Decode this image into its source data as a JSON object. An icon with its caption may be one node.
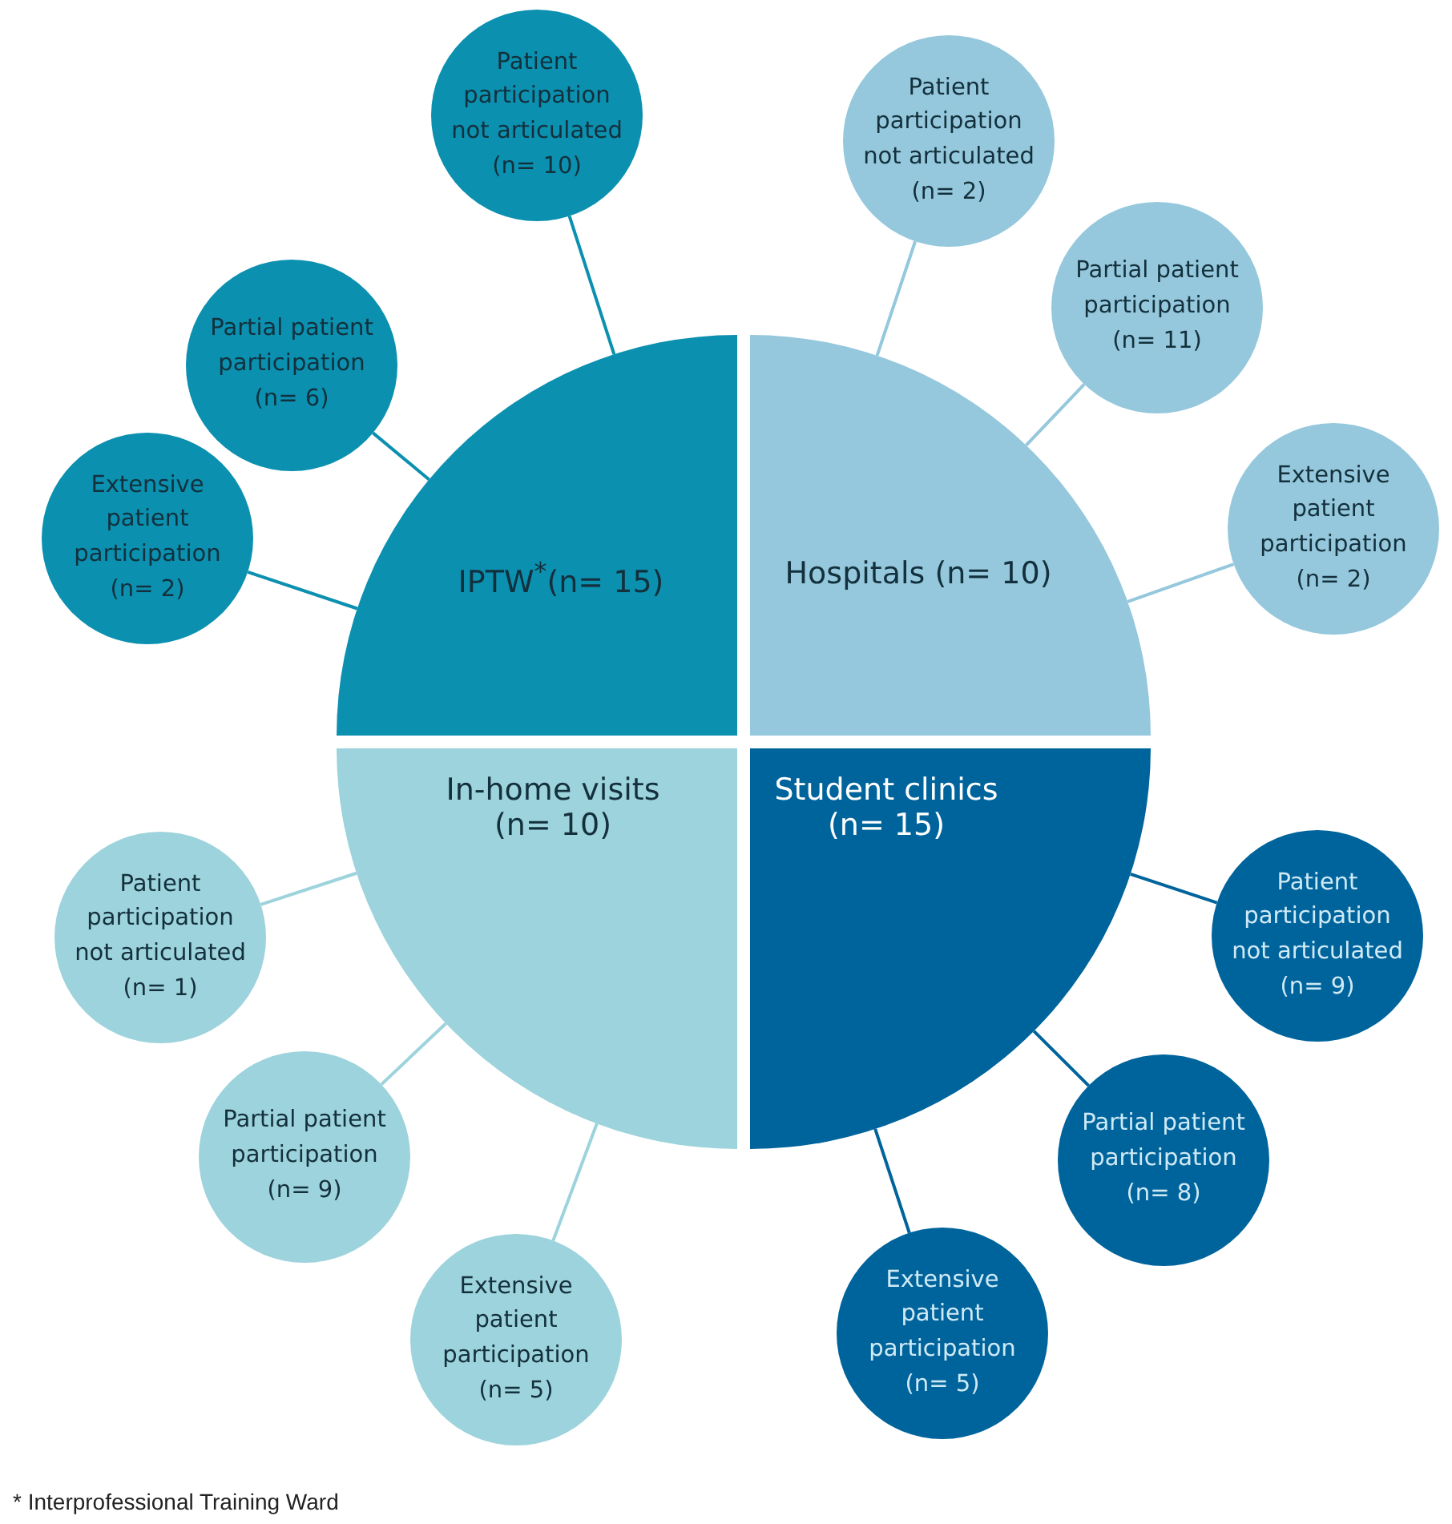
{
  "diagram": {
    "nodes": [
      {
        "text": [
          "IPTW$^{*}$(n= 15)"
        ]
      },
      {
        "text": [
          "Hospitals (n= 10)"
        ]
      },
      {
        "text": [
          "In-home visits (n= 10)"
        ]
      },
      {
        "text": [
          "Student clinics (n= 15)"
        ]
      },
      {
        "text": [
          "Patient participation not articulated (n= 10)"
        ]
      },
      {
        "text": [
          "Partial patient participation (n= 6)"
        ]
      },
      {
        "text": [
          "Extensive patient participation (n= 2)"
        ]
      },
      {
        "text": [
          "Patient participation not articulated (n= 2)"
        ]
      },
      {
        "text": [
          "Partial patient participation (n= 11)"
        ]
      },
      {
        "text": [
          "Extensive patient participation (n= 2)"
        ]
      },
      {
        "text": [
          "Patient participation not articulated (n= 1)"
        ]
      },
      {
        "text": [
          "Partial patient participation (n= 9)"
        ]
      },
      {
        "text": [
          "Extensive patient participation (n= 5)"
        ]
      },
      {
        "text": [
          "Patient participation not articulated (n= 9)"
        ]
      },
      {
        "text": [
          "Partial patient participation (n= 8)"
        ]
      },
      {
        "text": [
          "Extensive patient participation (n= 5)"
        ]
      }
    ],
    "edges": [
      {
        "from": 0,
        "to": 4,
        "arrow": "none",
        "color": "#0b90b0"
      },
      {
        "from": 0,
        "to": 5,
        "arrow": "none",
        "color": "#0b90b0"
      },
      {
        "from": 0,
        "to": 6,
        "arrow": "none",
        "color": "#0b90b0"
      },
      {
        "from": 1,
        "to": 7,
        "arrow": "none",
        "color": "#95c8dc"
      },
      {
        "from": 1,
        "to": 8,
        "arrow": "none",
        "color": "#95c8dc"
      },
      {
        "from": 1,
        "to": 9,
        "arrow": "none",
        "color": "#95c8dc"
      },
      {
        "from": 2,
        "to": 10,
        "arrow": "none",
        "color": "#9dd3dc"
      },
      {
        "from": 2,
        "to": 11,
        "arrow": "none",
        "color": "#9dd3dc"
      },
      {
        "from": 2,
        "to": 12,
        "arrow": "none",
        "color": "#9dd3dc"
      },
      {
        "from": 3,
        "to": 13,
        "arrow": "none",
        "color": "#00649c"
      },
      {
        "from": 3,
        "to": 14,
        "arrow": "none",
        "color": "#00649c"
      },
      {
        "from": 3,
        "to": 15,
        "arrow": "none",
        "color": "#00649c"
      }
    ],
    "labels": [
      "* Interprofessional Training Ward"
    ]
  }
}
